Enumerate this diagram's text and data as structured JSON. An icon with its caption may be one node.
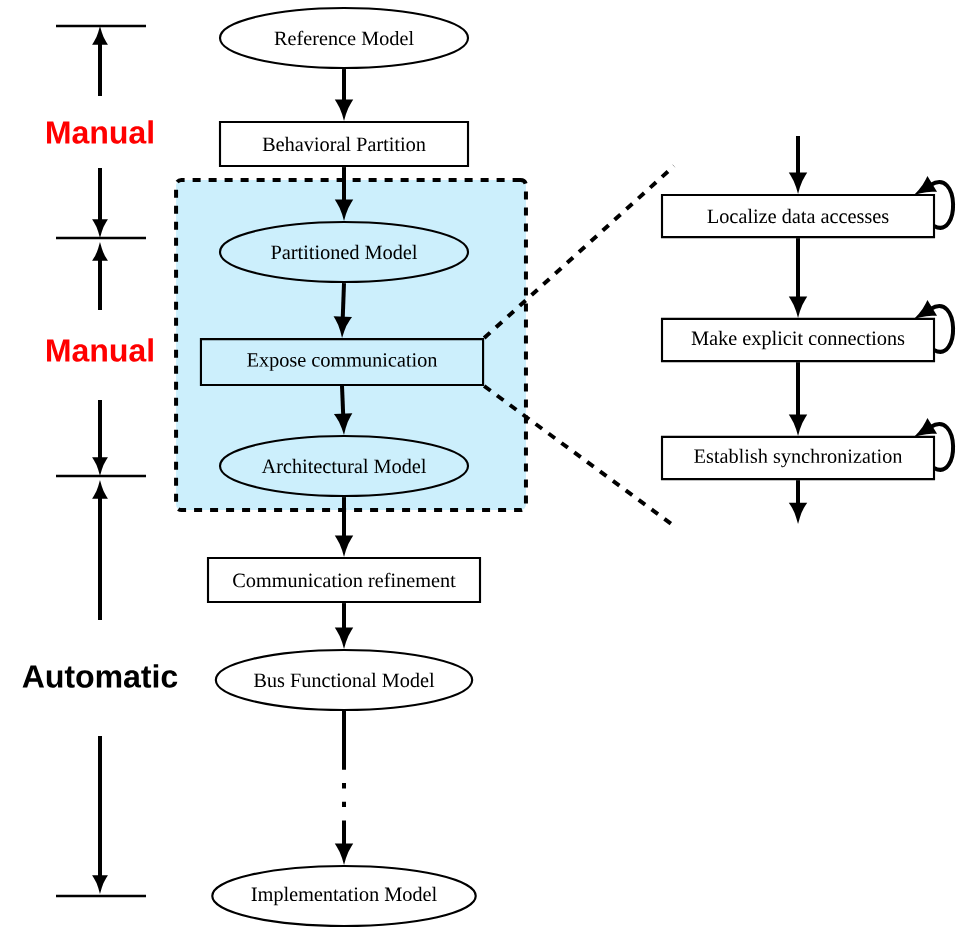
{
  "diagram": {
    "nodes": [
      {
        "text": [
          "Reference Model"
        ]
      },
      {
        "text": [
          "Behavioral Partition"
        ]
      },
      {
        "text": [],
        "shape": "box"
      },
      {
        "text": [
          "Partitioned Model"
        ],
        "in": 2
      },
      {
        "text": [
          "Expose communication"
        ],
        "in": 2
      },
      {
        "text": [
          "Architectural Model"
        ],
        "in": 2
      },
      {
        "text": [
          "Communication refinement"
        ]
      },
      {
        "text": [
          "Bus Functional Model"
        ]
      },
      {
        "text": [
          "Implementation Model"
        ]
      },
      {
        "text": [
          "Localize data accesses"
        ]
      },
      {
        "text": [
          "Make explicit connections"
        ]
      },
      {
        "text": [
          "Establish synchronization"
        ]
      }
    ],
    "edges": [
      {
        "from": 0,
        "to": 1,
        "arrow": "to"
      },
      {
        "from": 1,
        "to": 3,
        "arrow": "to"
      },
      {
        "from": 3,
        "to": 4,
        "arrow": "to"
      },
      {
        "from": 4,
        "to": 5,
        "arrow": "to"
      },
      {
        "from": 5,
        "to": 6,
        "arrow": "to"
      },
      {
        "from": 6,
        "to": 7,
        "arrow": "to"
      },
      {
        "from": 7,
        "to": 8,
        "arrow": "to",
        "style": "dashed"
      },
      {
        "from": 4,
        "to": null,
        "arrow": "none",
        "style": "dashed"
      },
      {
        "from": 4,
        "to": null,
        "arrow": "none",
        "style": "dashed"
      },
      {
        "from": null,
        "to": 9,
        "arrow": "to"
      },
      {
        "from": 9,
        "to": 10,
        "arrow": "to"
      },
      {
        "from": 10,
        "to": 11,
        "arrow": "to"
      },
      {
        "from": 11,
        "to": null,
        "arrow": "to"
      },
      {
        "from": 9,
        "to": 9,
        "arrow": "to"
      },
      {
        "from": 10,
        "to": 10,
        "arrow": "to"
      },
      {
        "from": 11,
        "to": 11,
        "arrow": "to"
      }
    ],
    "labels": [
      "Manual",
      "Manual",
      "Automatic"
    ]
  }
}
